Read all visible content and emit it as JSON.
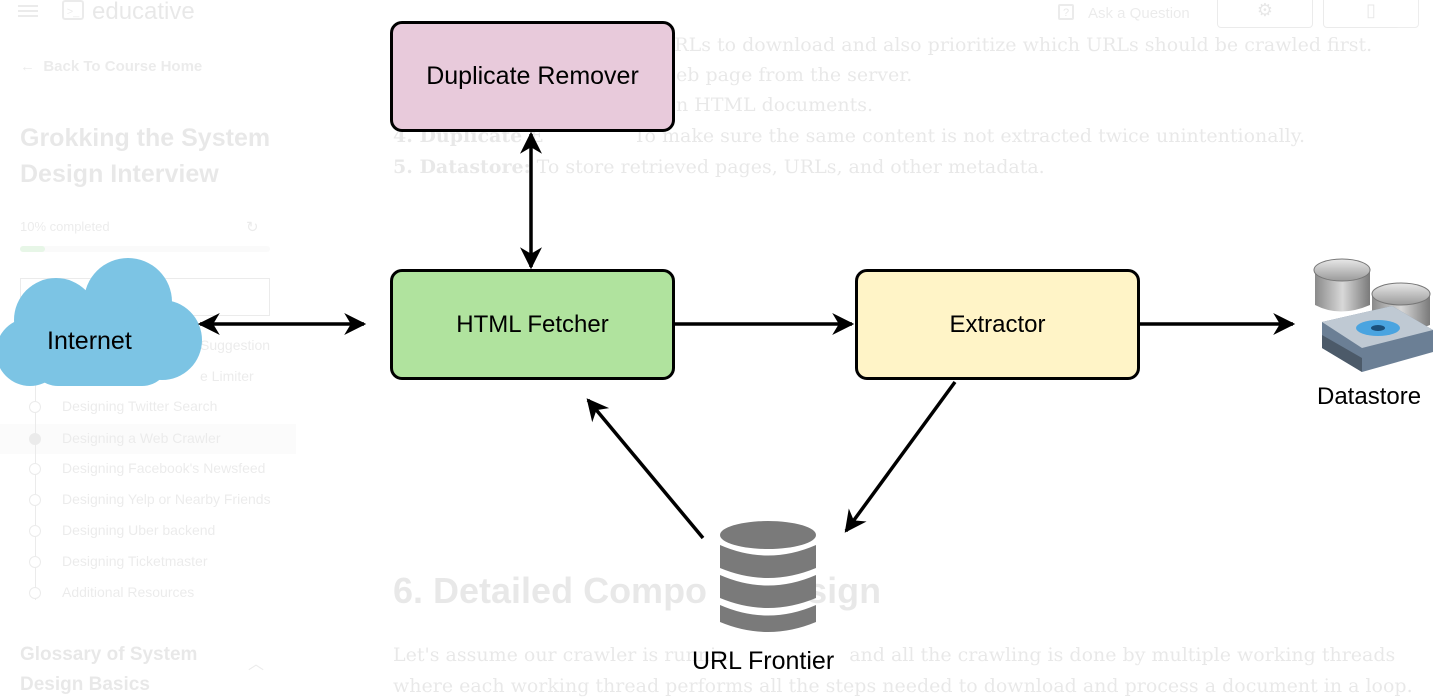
{
  "app": {
    "logo_icon": ">_",
    "name": "educative",
    "ask_question": "Ask a Question",
    "settings_icon": "gear-icon",
    "clipboard_icon": "clipboard-icon"
  },
  "sidebar": {
    "back_label": "Back To Course Home",
    "course_title": "Grokking the System Design Interview",
    "progress_label": "10% completed",
    "progress_fraction": 0.1,
    "lessons": [
      "Suggestion",
      "e Limiter",
      "Designing Twitter Search",
      "Designing a Web Crawler",
      "Designing Facebook's Newsfeed",
      "Designing Yelp or Nearby Friends",
      "Designing Uber backend",
      "Designing Ticketmaster",
      "Additional Resources"
    ],
    "active_lesson": 3,
    "glossary_title": "Glossary of System Design Basics"
  },
  "content": {
    "line1": "n URLs to download and also prioritize which URLs should be crawled first.",
    "line2": "eb page from the server.",
    "line3": "n HTML documents.",
    "line4_bold": "4. Duplicate E",
    "line4_rest": "To make sure the same content is not extracted twice unintentionally.",
    "line5_bold": "5. Datastore:",
    "line5_rest": "To store retrieved pages, URLs, and other metadata.",
    "heading": "6. Detailed Compo        esign",
    "para1": "Let's assume our crawler is runnin                    and all the crawling is done by multiple working threads",
    "para2": "where each working thread performs all the steps needed to download and process a document in a loop."
  },
  "diagram": {
    "duplicate_remover": "Duplicate Remover",
    "html_fetcher": "HTML Fetcher",
    "extractor": "Extractor",
    "internet": "Internet",
    "datastore": "Datastore",
    "url_frontier": "URL Frontier",
    "colors": {
      "duplicate_remover": "#e8cadb",
      "html_fetcher": "#b0e39e",
      "extractor": "#fff4c7",
      "cloud": "#7cc4e4",
      "database": "#7a7a7a"
    }
  }
}
